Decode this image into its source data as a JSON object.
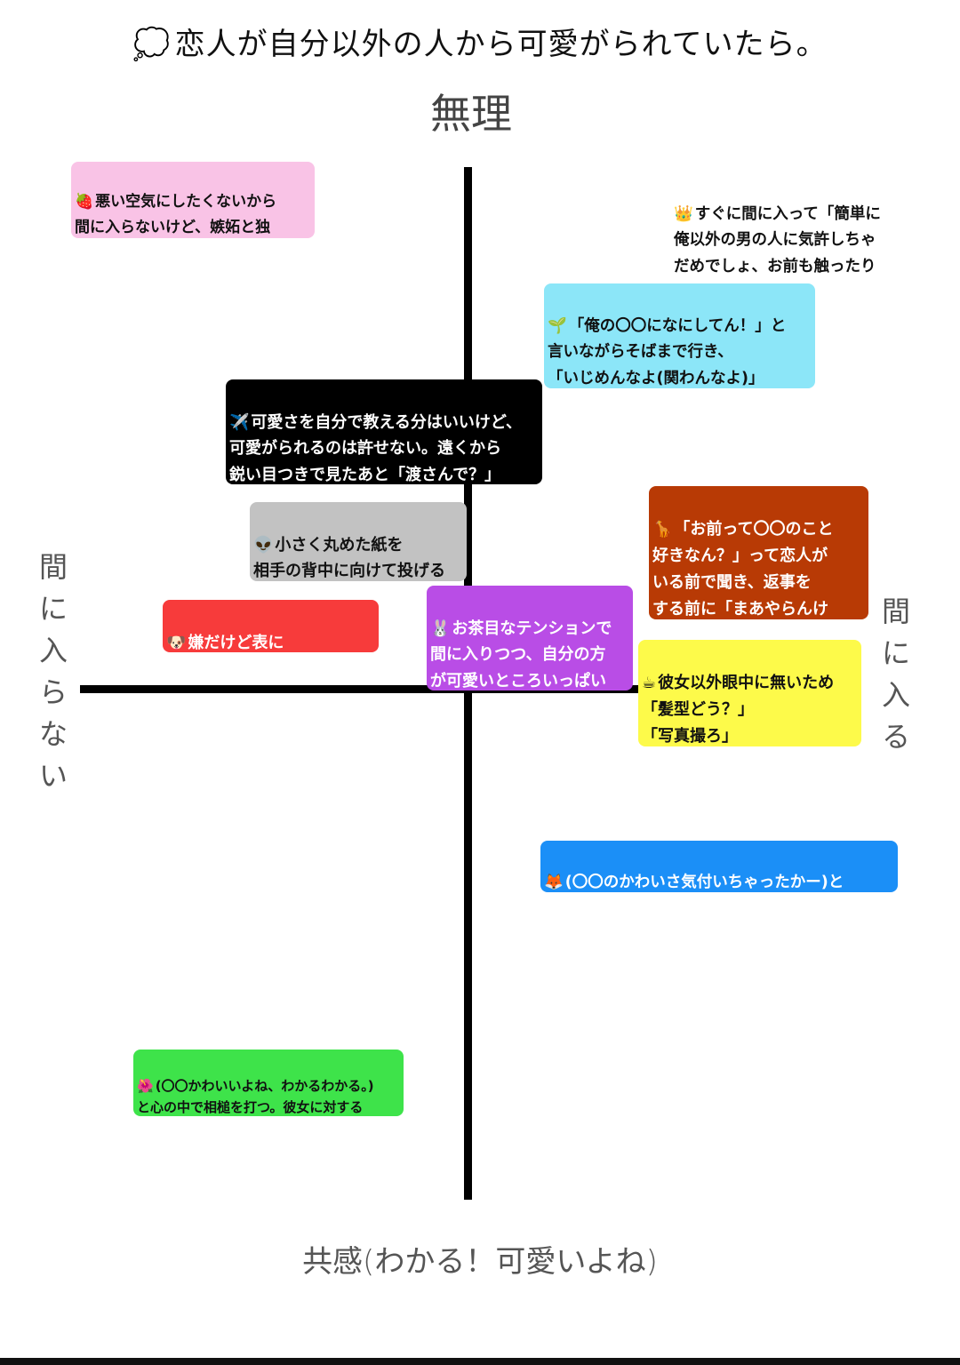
{
  "title": "恋人が自分以外の人から可愛がられていたら。",
  "title_icon": "thought-bubble-icon",
  "axes": {
    "top": "無理",
    "bottom": "共感(わかる！可愛いよね)",
    "left": "間に入らない",
    "right": "間に入る"
  },
  "notes": [
    {
      "id": "strawberry",
      "icon": "🍓",
      "icon_name": "strawberry-icon",
      "color": "#f9c3e6",
      "text": "悪い空気にしたくないから\n間に入らないけど、嫉妬と独\n占欲を頭の中で必死に押し殺す"
    },
    {
      "id": "crown",
      "icon": "👑",
      "icon_name": "crown-icon",
      "color": "#ffffff",
      "text": "すぐに間に入って「簡単に\n俺以外の男の人に気許しちゃ\nだめでしょ、お前も触ったり\nすんなよ」と言って直球に伝える"
    },
    {
      "id": "sprout",
      "icon": "🌱",
      "icon_name": "sprout-icon",
      "color": "#8ce6f8",
      "text": "「俺の〇〇になにしてん！」と\n言いながらそばまで行き、\n「いじめんなよ(関わんなよ)」\nと吐き捨てて連れ去る"
    },
    {
      "id": "plane",
      "icon": "✈️",
      "icon_name": "airplane-icon",
      "color": "#000000",
      "text": "可愛さを自分で教える分はいいけど、\n可愛がられるのは許せない。遠くから\n鋭い目つきで見たあと「渡さんで？」\nと威嚇する碧海"
    },
    {
      "id": "giraffe",
      "icon": "🦒",
      "icon_name": "giraffe-icon",
      "color": "#b83a05",
      "text": "「お前って〇〇のこと\n好きなん？」って恋人が\nいる前で聞き、返事を\nする前に「まあやらんけ\nど」と冷めた目で見つめる"
    },
    {
      "id": "alien",
      "icon": "👽",
      "icon_name": "alien-icon",
      "color": "#c2c2c2",
      "text": "小さく丸めた紙を\n相手の背中に向けて投げる\n(察しろ精神)"
    },
    {
      "id": "dog",
      "icon": "🐶",
      "icon_name": "dog-icon",
      "color": "#f73b3b",
      "text": "嫌だけど表に\n出さないし遠くから見守る"
    },
    {
      "id": "rabbit",
      "icon": "🐰",
      "icon_name": "rabbit-icon",
      "color": "#b94de6",
      "text": "お茶目なテンションで\n間に入りつつ、自分の方\nが可愛いところいっぱい\n知ってますマウント発動"
    },
    {
      "id": "coffee",
      "icon": "☕",
      "icon_name": "coffee-icon",
      "color": "#fdfa4a",
      "text": "彼女以外眼中に無いため\n「髪型どう？」\n「写真撮ろ」\nと話し出して世界観を作る"
    },
    {
      "id": "fox",
      "icon": "🦊",
      "icon_name": "fox-icon",
      "color": "#1b8ff7",
      "text": "(〇〇のかわいさ気付いちゃったかー)と\n思いながらしれっと間に入って腰に手を回す"
    },
    {
      "id": "hibiscus",
      "icon": "🌺",
      "icon_name": "hibiscus-icon",
      "color": "#3ee34a",
      "text": "(〇〇かわいいよね、わかるわかる。)\nと心の中で相槌を打つ。彼女に対する\n信頼的な安心による余裕"
    }
  ]
}
